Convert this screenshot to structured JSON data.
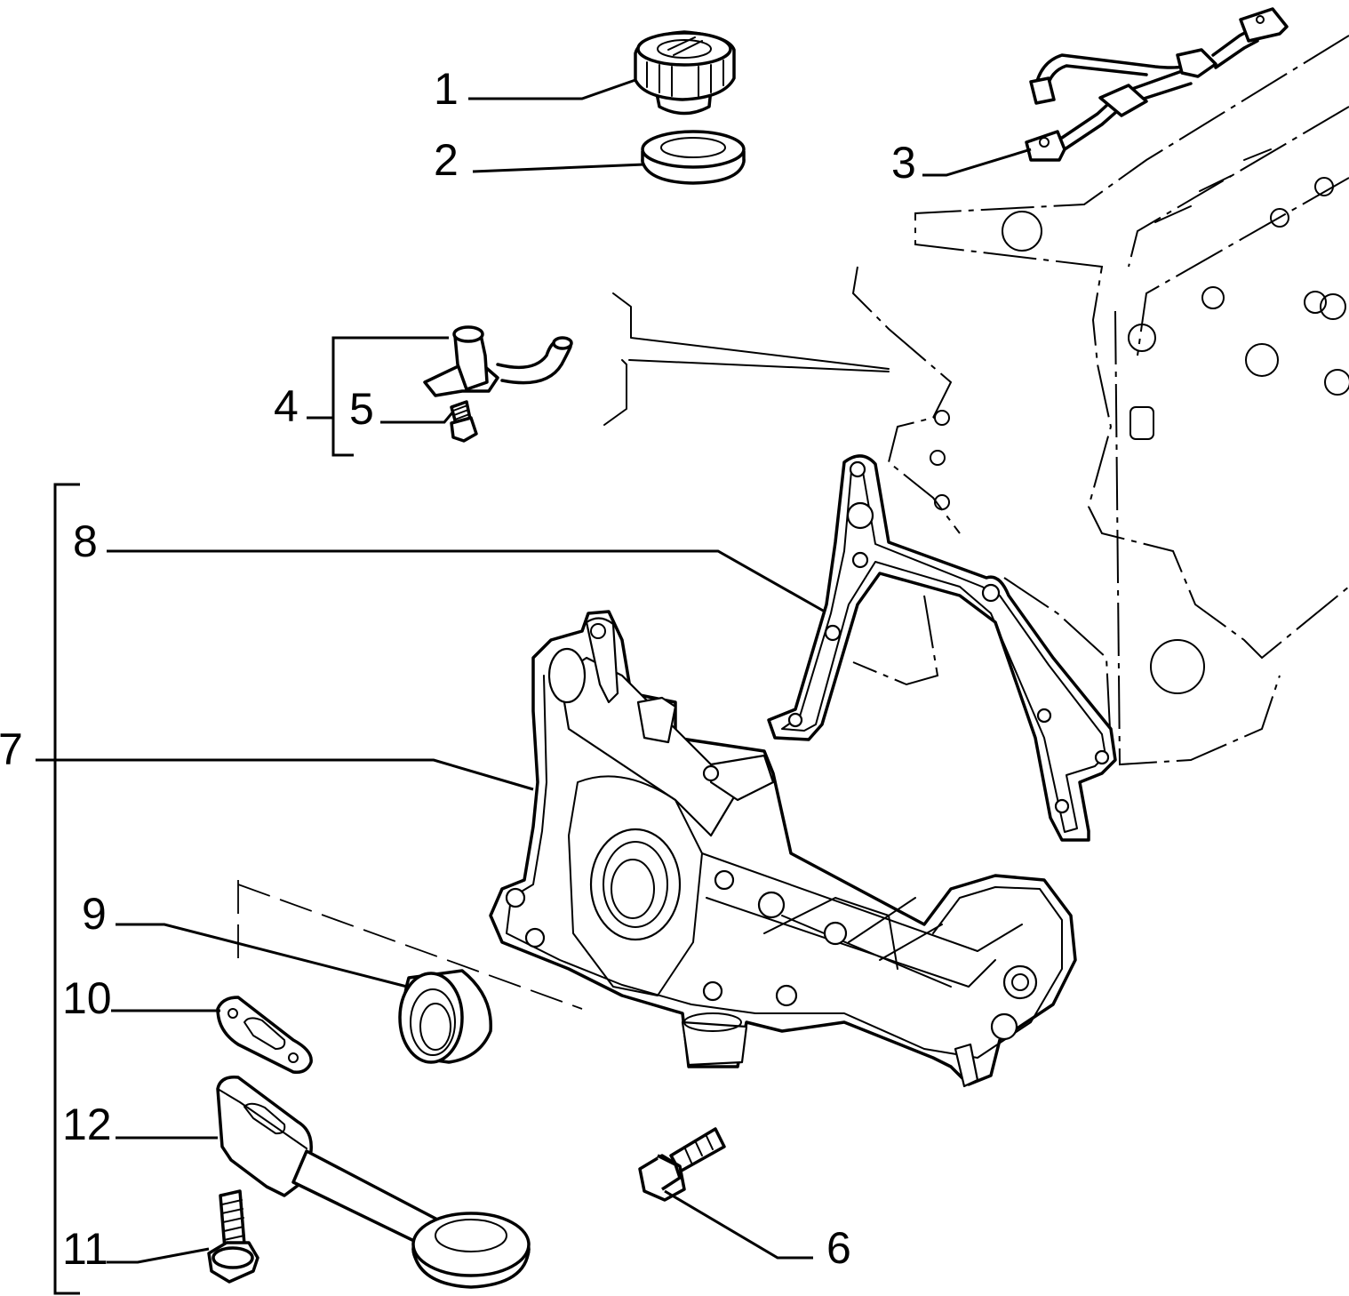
{
  "callouts": [
    {
      "id": "1",
      "label": "1"
    },
    {
      "id": "2",
      "label": "2"
    },
    {
      "id": "3",
      "label": "3"
    },
    {
      "id": "4",
      "label": "4"
    },
    {
      "id": "5",
      "label": "5"
    },
    {
      "id": "6",
      "label": "6"
    },
    {
      "id": "7",
      "label": "7"
    },
    {
      "id": "8",
      "label": "8"
    },
    {
      "id": "9",
      "label": "9"
    },
    {
      "id": "10",
      "label": "10"
    },
    {
      "id": "11",
      "label": "11"
    },
    {
      "id": "12",
      "label": "12"
    }
  ],
  "colors": {
    "ink": "#000000",
    "paper": "#ffffff"
  }
}
